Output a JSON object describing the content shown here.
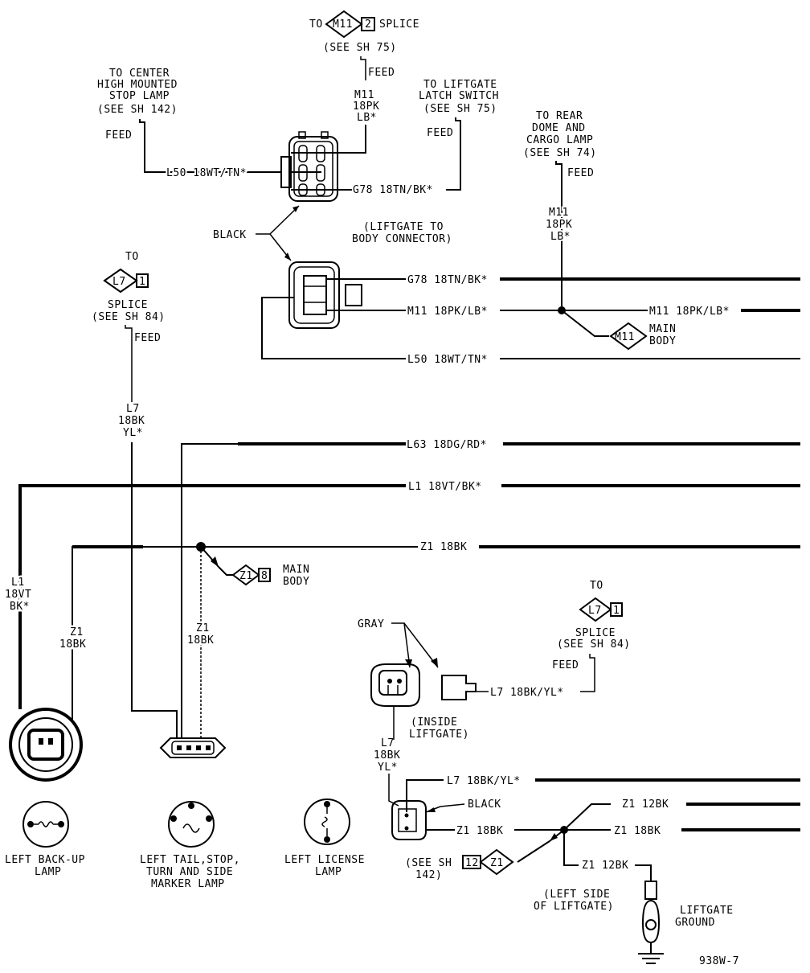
{
  "splices": {
    "m11_to": "TO",
    "m11_code": "M11",
    "m11_num": "2",
    "m11_word": "SPLICE",
    "m11_see": "(SEE SH 75)",
    "l7a_to": "TO",
    "l7a_code": "L7",
    "l7a_num": "1",
    "l7a_word": "SPLICE",
    "l7a_see": "(SEE SH 84)",
    "l7b_to": "TO",
    "l7b_code": "L7",
    "l7b_num": "1",
    "l7b_word": "SPLICE",
    "l7b_see": "(SEE SH 84)",
    "m11_main_code": "M11",
    "m11_main_l1": "MAIN",
    "m11_main_l2": "BODY",
    "z1_code": "Z1",
    "z1_num": "8",
    "z1_main_l1": "MAIN",
    "z1_main_l2": "BODY",
    "z1b_num": "12",
    "z1b_code": "Z1",
    "see142_l1": "(SEE SH",
    "see142_l2": "142)"
  },
  "refs": {
    "chmsl_l1": "TO CENTER",
    "chmsl_l2": "HIGH MOUNTED",
    "chmsl_l3": "STOP LAMP",
    "chmsl_l4": "(SEE SH 142)",
    "latch_l1": "TO LIFTGATE",
    "latch_l2": "LATCH SWITCH",
    "latch_l3": "(SEE SH 75)",
    "dome_l1": "TO REAR",
    "dome_l2": "DOME AND",
    "dome_l3": "CARGO LAMP",
    "dome_l4": "(SEE SH 74)"
  },
  "feed": "FEED",
  "wires": {
    "m11_top_l1": "M11",
    "m11_top_l2": "18PK",
    "m11_top_l3": "LB*",
    "l50_top": "L50 18WT/TN*",
    "g78_top": "G78 18TN/BK*",
    "m11_right_l1": "M11",
    "m11_right_l2": "18PK",
    "m11_right_l3": "LB*",
    "g78_main": "G78 18TN/BK*",
    "m11_main": "M11 18PK/LB*",
    "m11_main_r": "M11 18PK/LB*",
    "l50_main": "L50 18WT/TN*",
    "l7_v_l1": "L7",
    "l7_v_l2": "18BK",
    "l7_v_l3": "YL*",
    "l63": "L63 18DG/RD*",
    "l1": "L1 18VT/BK*",
    "z1_main": "Z1 18BK",
    "l1_v_l1": "L1",
    "l1_v_l2": "18VT",
    "l1_v_l3": "BK*",
    "z1_v1_l1": "Z1",
    "z1_v1_l2": "18BK",
    "z1_v2_l1": "Z1",
    "z1_v2_l2": "18BK",
    "l7_gray": "L7 18BK/YL*",
    "l7_lg_l1": "L7",
    "l7_lg_l2": "18BK",
    "l7_lg_l3": "YL*",
    "l7_bottom": "L7 18BK/YL*",
    "z1_12_top": "Z1 12BK",
    "z1_18_bot": "Z1 18BK",
    "z1_18_bot_r": "Z1 18BK",
    "z1_12_gnd": "Z1 12BK"
  },
  "connectors": {
    "black_top": "BLACK",
    "liftgate_body_l1": "(LIFTGATE TO",
    "liftgate_body_l2": "BODY CONNECTOR)",
    "gray": "GRAY",
    "inside_l1": "(INSIDE",
    "inside_l2": "LIFTGATE)",
    "black_bottom": "BLACK",
    "left_side_l1": "(LEFT SIDE",
    "left_side_l2": "OF LIFTGATE)"
  },
  "components": {
    "backup_l1": "LEFT BACK-UP",
    "backup_l2": "LAMP",
    "tail_l1": "LEFT TAIL,STOP,",
    "tail_l2": "TURN AND SIDE",
    "tail_l3": "MARKER LAMP",
    "license_l1": "LEFT LICENSE",
    "license_l2": "LAMP",
    "ground_l1": "LIFTGATE",
    "ground_l2": "GROUND"
  },
  "figure_id": "938W-7"
}
